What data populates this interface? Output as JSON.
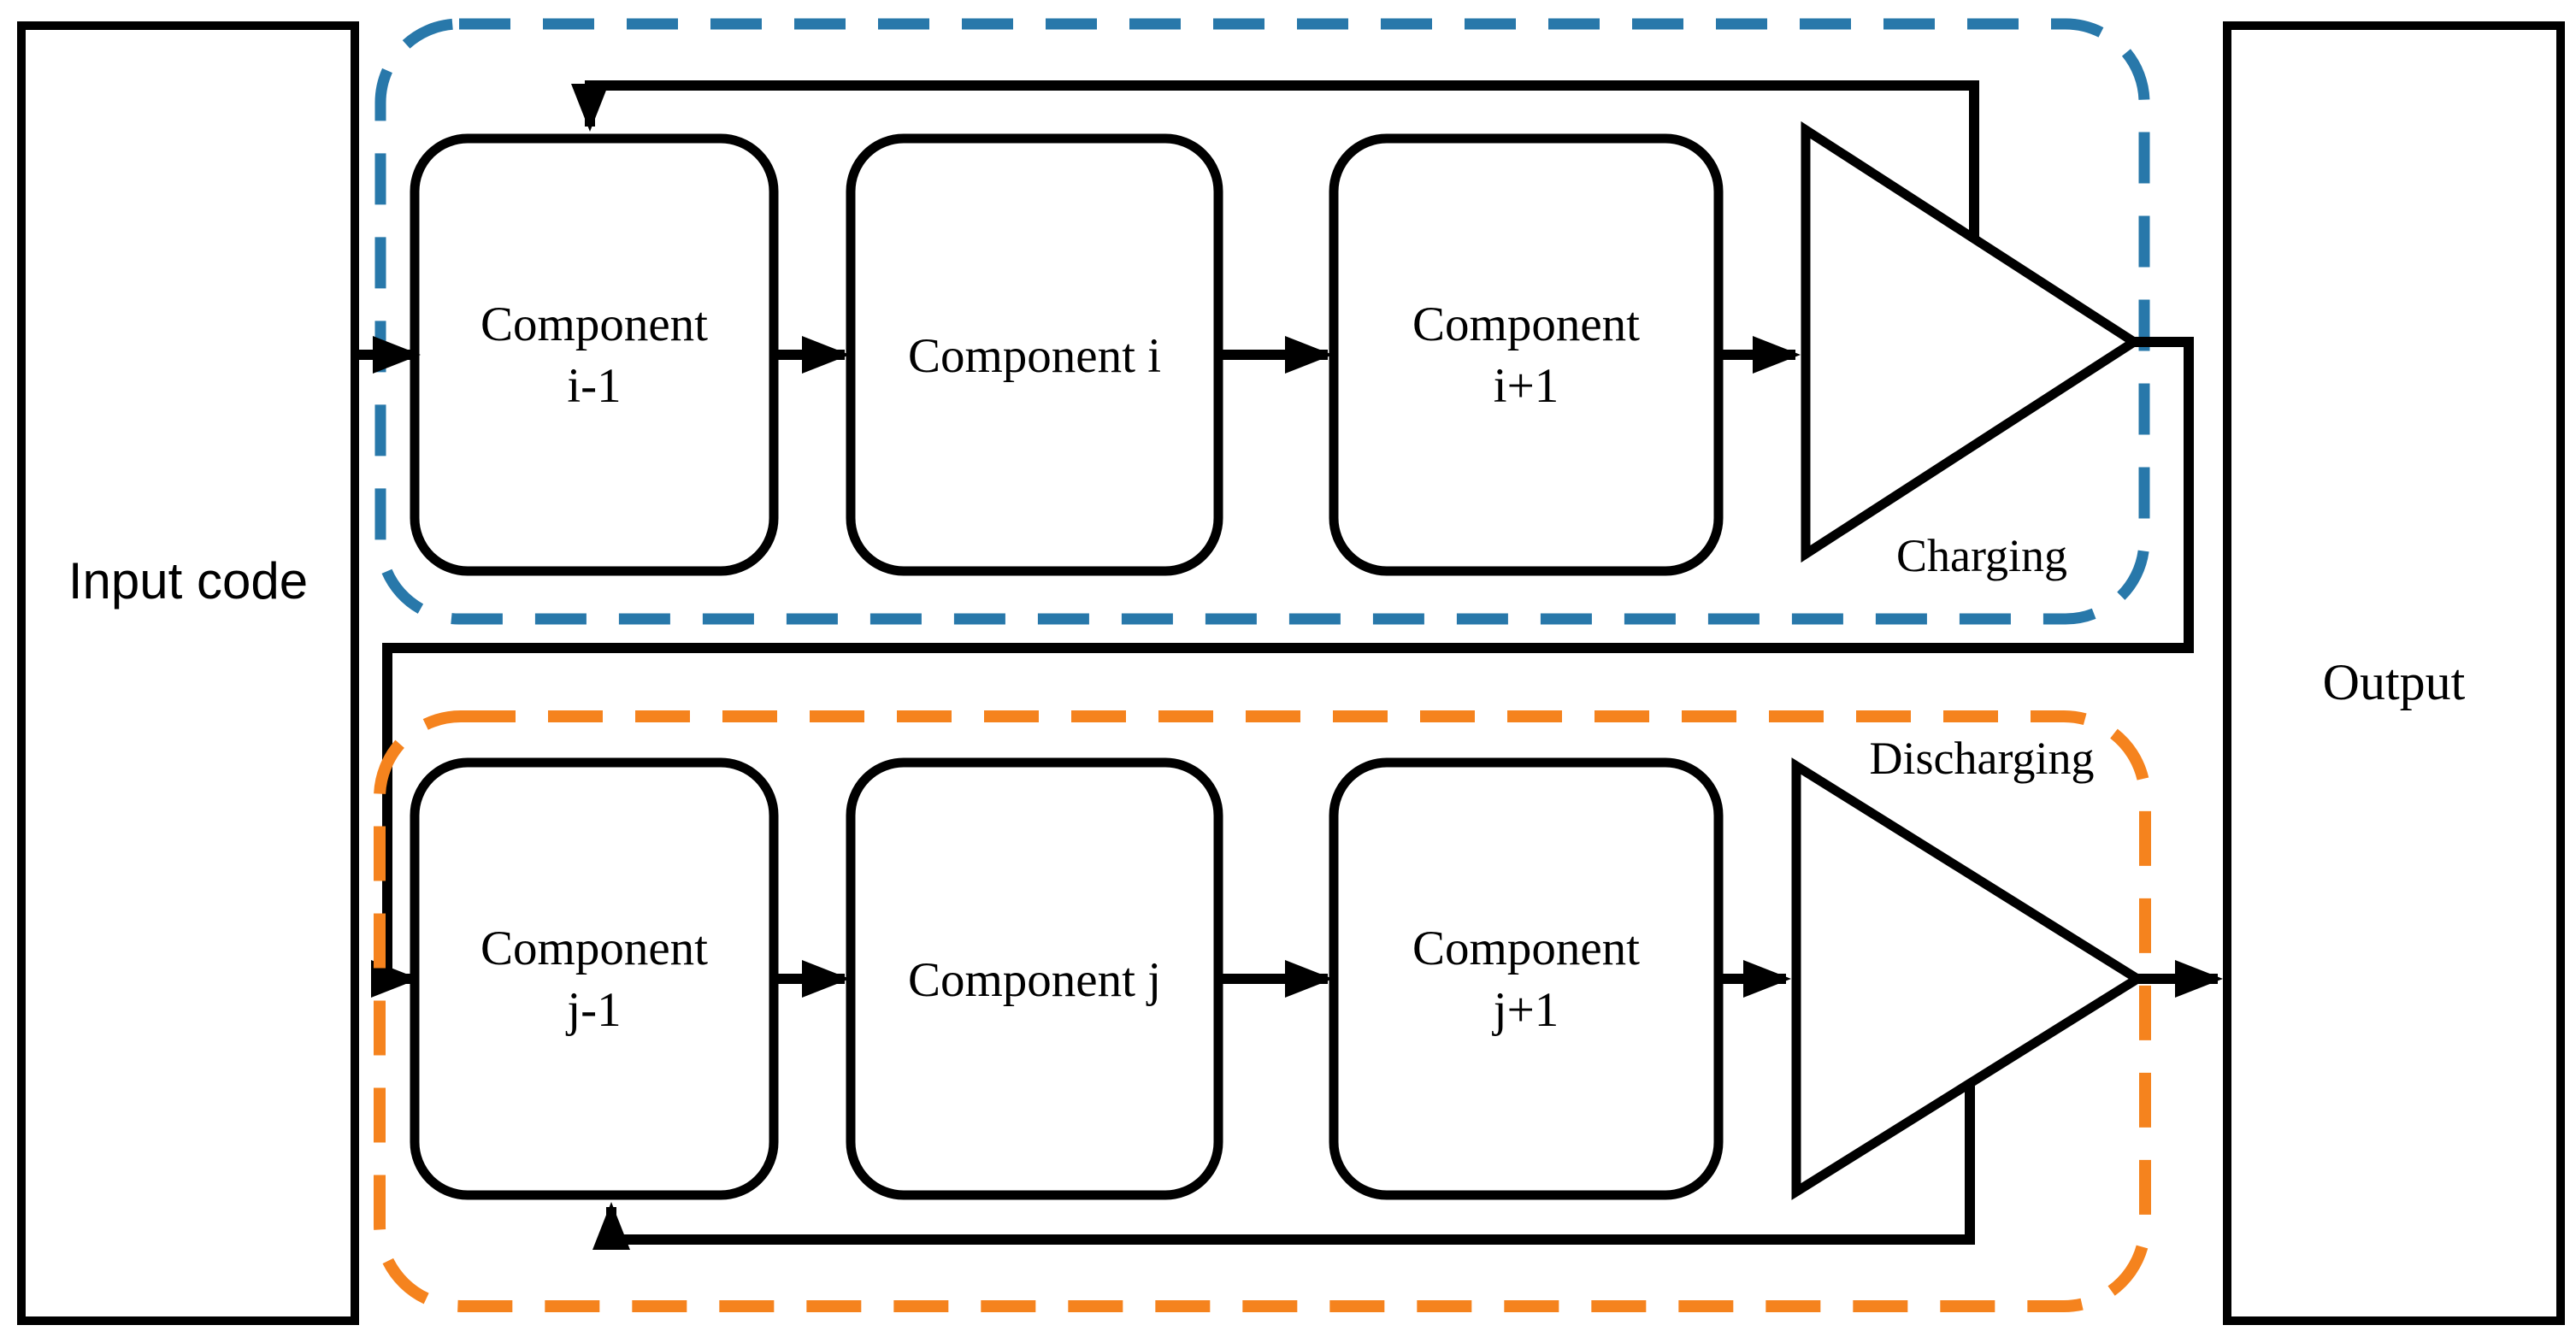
{
  "figure": {
    "input_box": {
      "label": "Input code"
    },
    "output_box": {
      "label": "Output"
    },
    "charging_group": {
      "label": "Charging",
      "color": "#2878aa"
    },
    "discharging_group": {
      "label": "Discharging",
      "color": "#f5831e"
    },
    "line_color": "#000000",
    "components_top": [
      {
        "line1": "Component",
        "line2": "i-1"
      },
      {
        "line1": "Component i"
      },
      {
        "line1": "Component",
        "line2": "i+1"
      }
    ],
    "components_bottom": [
      {
        "line1": "Component",
        "line2": "j-1"
      },
      {
        "line1": "Component j"
      },
      {
        "line1": "Component",
        "line2": "j+1"
      }
    ]
  }
}
